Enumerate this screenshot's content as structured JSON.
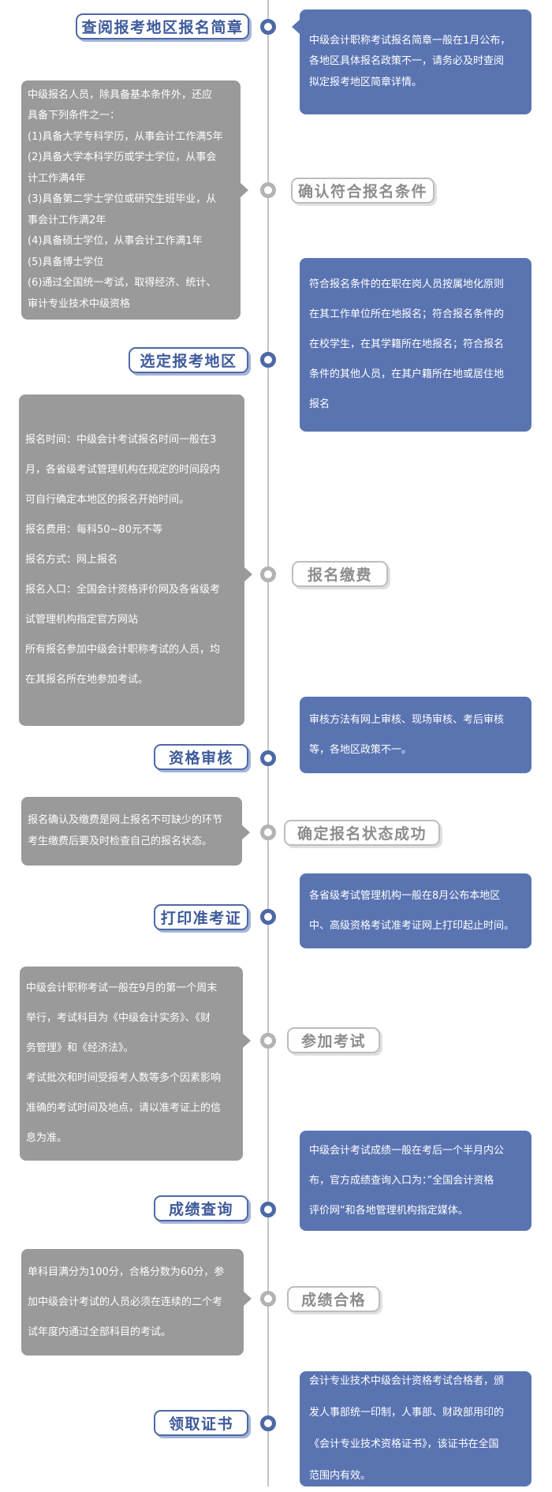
{
  "steps": [
    {
      "label": "查阅报考地区报名简章",
      "color": "blue"
    },
    {
      "label": "确认符合报名条件",
      "color": "gray"
    },
    {
      "label": "选定报考地区",
      "color": "blue"
    },
    {
      "label": "报名缴费",
      "color": "gray"
    },
    {
      "label": "资格审核",
      "color": "blue"
    },
    {
      "label": "确定报名状态成功",
      "color": "gray"
    },
    {
      "label": "打印准考证",
      "color": "blue"
    },
    {
      "label": "参加考试",
      "color": "gray"
    },
    {
      "label": "成绩查询",
      "color": "blue"
    },
    {
      "label": "成绩合格",
      "color": "gray"
    },
    {
      "label": "领取证书",
      "color": "blue"
    }
  ],
  "boxes": [
    {
      "color": "blue",
      "lines": [
        "中级会计职称考试报名简章一般在1月公布，",
        "各地区具体报名政策不一，请务必及时查阅",
        "拟定报考地区简章详情。"
      ]
    },
    {
      "color": "gray",
      "lines": [
        "中级报名人员，除具备基本条件外，还应",
        "具备下列条件之一：",
        "(1)具备大学专科学历，从事会计工作满5年",
        "(2)具备大学本科学历或学士学位，从事会",
        "计工作满4年",
        "(3)具备第二学士学位或研究生班毕业，从",
        "事会计工作满2年",
        "(4)具备硕士学位，从事会计工作满1年",
        "(5)具备博士学位",
        "(6)通过全国统一考试，取得经济、统计、",
        "审计专业技术中级资格"
      ]
    },
    {
      "color": "blue",
      "lines": [
        "符合报名条件的在职在岗人员按属地化原则",
        "在其工作单位所在地报名；符合报名条件的",
        "在校学生，在其学籍所在地报名；符合报名",
        "条件的其他人员，在其户籍所在地或居住地",
        "报名"
      ]
    },
    {
      "color": "gray",
      "lines": [
        "报名时间：中级会计考试报名时间一般在3",
        "月，各省级考试管理机构在规定的时间段内",
        "可自行确定本地区的报名开始时间。",
        "报名费用：每科50~80元不等",
        "报名方式：网上报名",
        "报名入口：全国会计资格评价网及各省级考",
        "试管理机构指定官方网站",
        "所有报名参加中级会计职称考试的人员，均",
        "在其报名所在地参加考试。"
      ]
    },
    {
      "color": "blue",
      "lines": [
        "审核方法有网上审核、现场审核、考后审核",
        "等，各地区政策不一。"
      ]
    },
    {
      "color": "gray",
      "lines": [
        "报名确认及缴费是网上报名不可缺少的环节",
        "考生缴费后要及时检查自己的报名状态。"
      ]
    },
    {
      "color": "blue",
      "lines": [
        "各省级考试管理机构一般在8月公布本地区",
        "中、高级资格考试准考证网上打印起止时间。"
      ]
    },
    {
      "color": "gray",
      "lines": [
        "中级会计职称考试一般在9月的第一个周末",
        "举行，考试科目为《中级会计实务》、《财",
        "务管理》和《经济法》。",
        "考试批次和时间受报考人数等多个因素影响",
        "准确的考试时间及地点，请以准考证上的信",
        "息为准。"
      ]
    },
    {
      "color": "blue",
      "lines": [
        "中级会计考试成绩一般在考后一个半月内公",
        "布，官方成绩查询入口为：”全国会计资格",
        "评价网“和各地管理机构指定媒体。"
      ]
    },
    {
      "color": "gray",
      "lines": [
        "单科目满分为100分，合格分数为60分，参",
        "加中级会计考试的人员必须在连续的二个考",
        "试年度内通过全部科目的考试。"
      ]
    },
    {
      "color": "blue",
      "lines": [
        "会计专业技术中级会计资格考试合格者，颁",
        "发人事部统一印制，人事部、财政部用印的",
        "《会计专业技术资格证书》，该证书在全国",
        "范围内有效。"
      ]
    }
  ]
}
